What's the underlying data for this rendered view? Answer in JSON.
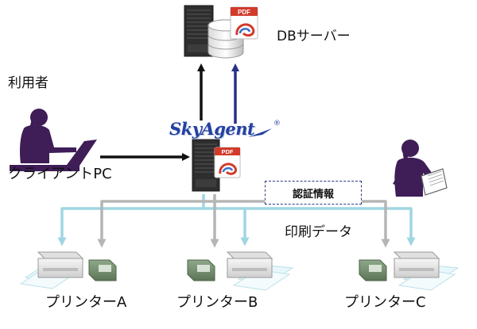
{
  "labels": {
    "db_server": "DBサーバー",
    "user": "利用者",
    "client_pc": "クライアントPC",
    "brand": "SkyAgent",
    "brand_mark": "®",
    "auth_info": "認証情報",
    "print_data": "印刷データ",
    "printer_a": "プリンターA",
    "printer_b": "プリンターB",
    "printer_c": "プリンターC"
  },
  "icons": {
    "pdf_badge_text": "PDF"
  },
  "colors": {
    "arrow_black": "#111111",
    "arrow_navy": "#2a2f8a",
    "line_gray": "#b5b5b5",
    "line_cyan": "#9fd6e2",
    "person_purple": "#3f1d57",
    "server_dark": "#2e2e2e",
    "pdf_red": "#d23a2a",
    "auth_border": "#2b3a86",
    "brand_blue": "#2541a0"
  }
}
